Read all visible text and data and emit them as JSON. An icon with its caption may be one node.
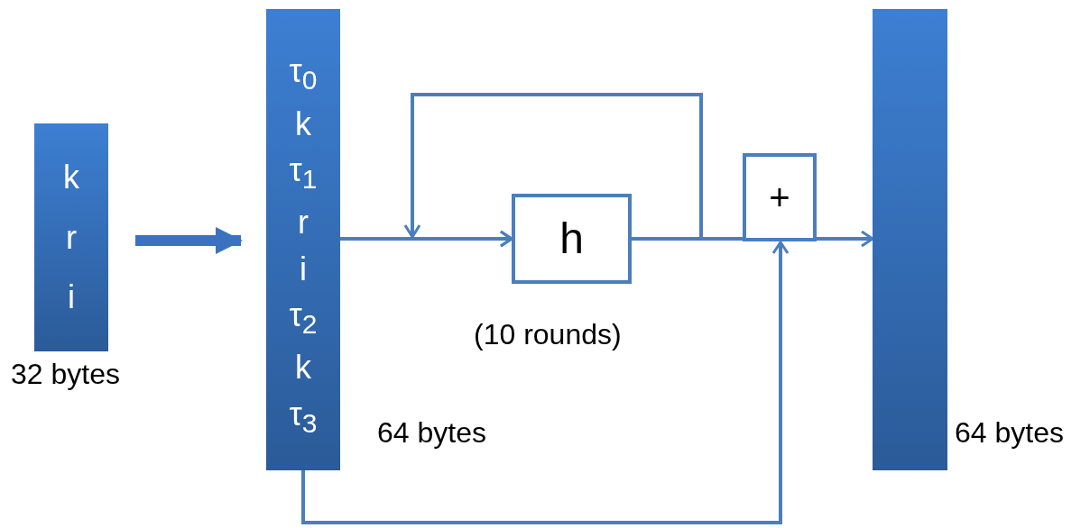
{
  "diagram": {
    "nodes": [
      {
        "text": [
          "k",
          "r",
          "i"
        ],
        "beside": [
          "32 bytes"
        ]
      },
      {
        "text": [
          "τ$_{0}$",
          "k",
          "τ$_{1}$",
          "r",
          "i",
          "τ$_{2}$",
          "k",
          "τ$_{3}$"
        ],
        "beside": [
          "64 bytes"
        ]
      },
      {
        "text": [
          "h"
        ],
        "beside": [
          "(10 rounds)"
        ]
      },
      {
        "text": [
          "+"
        ]
      },
      {
        "text": [],
        "shape": "bar",
        "beside": [
          "64 bytes"
        ]
      }
    ],
    "edges": [
      {
        "from": 0,
        "to": 1,
        "arrow": "to",
        "style": "thick"
      },
      {
        "from": 1,
        "to": 2,
        "arrow": "to"
      },
      {
        "from": 2,
        "to": 3,
        "arrow": "none"
      },
      {
        "from": 3,
        "to": 4,
        "arrow": "to"
      },
      {
        "from": 2,
        "to": 2,
        "arrow": "to"
      },
      {
        "from": 1,
        "to": 3,
        "arrow": "to"
      }
    ]
  }
}
